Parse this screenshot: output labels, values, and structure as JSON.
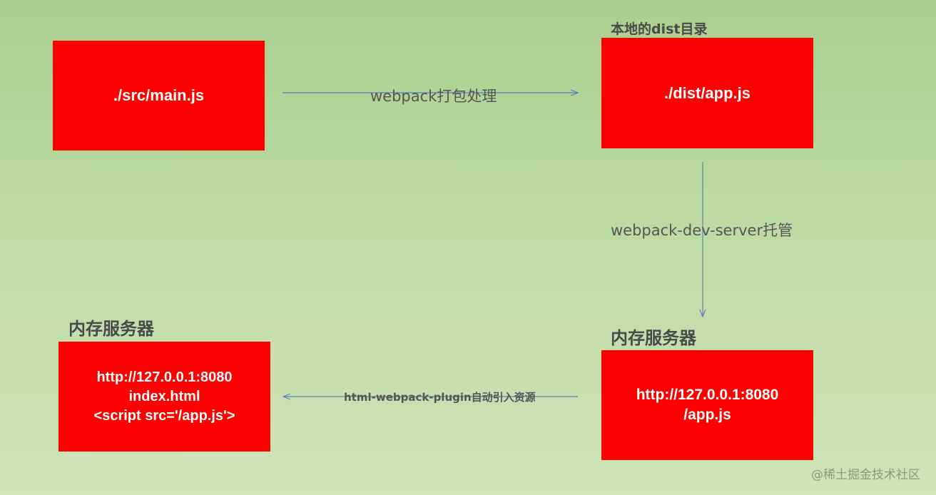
{
  "nodes": {
    "src_main": {
      "lines": [
        "./src/main.js"
      ]
    },
    "dist_app": {
      "caption": "本地的dist目录",
      "lines": [
        "./dist/app.js"
      ]
    },
    "mem_server_app": {
      "caption": "内存服务器",
      "lines": [
        "http://127.0.0.1:8080",
        "/app.js"
      ]
    },
    "mem_server_index": {
      "caption": "内存服务器",
      "lines": [
        "http://127.0.0.1:8080",
        "index.html",
        "<script src='/app.js'>"
      ]
    }
  },
  "edges": {
    "bundle": {
      "label": "webpack打包处理"
    },
    "serve": {
      "label": "webpack-dev-server托管"
    },
    "inject": {
      "label": "html-webpack-plugin自动引入资源"
    }
  },
  "colors": {
    "box": "#ff0000",
    "arrow": "#5b7fb8",
    "text": "#4a4a4a"
  },
  "watermark": "@稀土掘金技术社区"
}
